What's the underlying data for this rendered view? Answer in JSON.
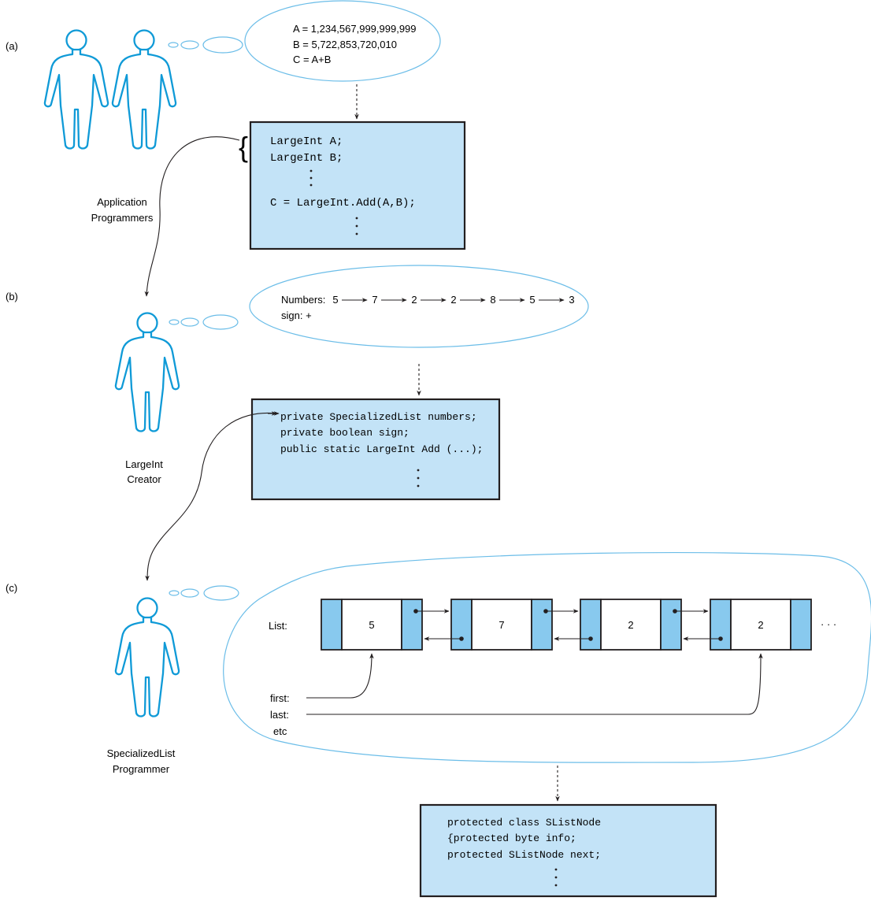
{
  "panels": {
    "a": {
      "label": "(a)",
      "thought": [
        "A = 1,234,567,999,999,999",
        "B = 5,722,853,720,010",
        "C = A+B"
      ],
      "role": [
        "Application",
        "Programmers"
      ],
      "brace": "{",
      "code": [
        "LargeInt A;",
        "LargeInt B;",
        "C = LargeInt.Add(A,B);"
      ]
    },
    "b": {
      "label": "(b)",
      "numbers_label": "Numbers:",
      "numbers": [
        "5",
        "7",
        "2",
        "2",
        "8",
        "5",
        "3"
      ],
      "sign_line": "sign: +",
      "role": [
        "LargeInt",
        "Creator"
      ],
      "code": [
        "private SpecializedList numbers;",
        "private boolean sign;",
        "public static LargeInt Add (...);"
      ]
    },
    "c": {
      "label": "(c)",
      "list_label": "List:",
      "nodes": [
        "5",
        "7",
        "2",
        "2"
      ],
      "ellipsis": "· · ·",
      "pointers": [
        "first:",
        "last:",
        "etc"
      ],
      "role": [
        "SpecializedList",
        "Programmer"
      ],
      "code": [
        "protected class SListNode",
        "{protected byte info;",
        " protected SListNode next;"
      ]
    }
  },
  "colors": {
    "figure_stroke": "#0f9ad7",
    "code_box_fill": "#c3e3f7",
    "node_link_fill": "#88c9ee",
    "bubble_stroke": "#6bbde8"
  }
}
